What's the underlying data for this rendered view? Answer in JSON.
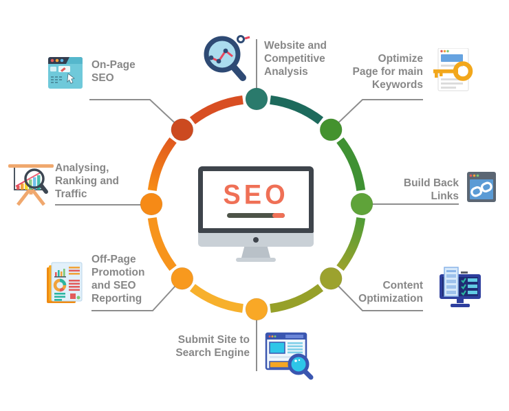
{
  "center": {
    "heading": "SEO",
    "heading_color": "#ef7056",
    "progress_dark": "#4d5348",
    "progress_accent": "#ef7056",
    "bezel_color": "#3e444b",
    "stand_color": "#c9d0d6"
  },
  "ring": {
    "nodes": [
      "#2a7a6c",
      "#44922e",
      "#5fa339",
      "#9ca22e",
      "#f9a826",
      "#f8991e",
      "#f68a16",
      "#cc4a20"
    ],
    "segments": [
      "#1d6a5c",
      "#3f9133",
      [
        "#4f9c36",
        "#9aa22c"
      ],
      "#96a029",
      "#f7b02c",
      "#f7941c",
      [
        "#f78c15",
        "#e0591f"
      ],
      "#d84e22"
    ]
  },
  "connector_color": "#8d8d8d",
  "label_color": "#878787",
  "spokes": [
    {
      "id": "website-analysis",
      "label": "Website and\nCompetitive\nAnalysis",
      "icon": "chart-magnifier-icon"
    },
    {
      "id": "optimize-keywords",
      "label": "Optimize\nPage for main\nKeywords",
      "icon": "document-key-icon"
    },
    {
      "id": "build-back-links",
      "label": "Build Back\nLinks",
      "icon": "link-browser-icon"
    },
    {
      "id": "content-optimization",
      "label": "Content\nOptimization",
      "icon": "monitor-checklist-icon"
    },
    {
      "id": "submit-site",
      "label": "Submit Site to\nSearch Engine",
      "icon": "browser-search-icon"
    },
    {
      "id": "off-page-reporting",
      "label": "Off-Page\nPromotion\nand SEO\nReporting",
      "icon": "reports-stack-icon"
    },
    {
      "id": "analysing-ranking",
      "label": "Analysing,\nRanking and\nTraffic",
      "icon": "presentation-chart-icon"
    },
    {
      "id": "on-page-seo",
      "label": "On-Page\nSEO",
      "icon": "browser-edit-icon"
    }
  ]
}
